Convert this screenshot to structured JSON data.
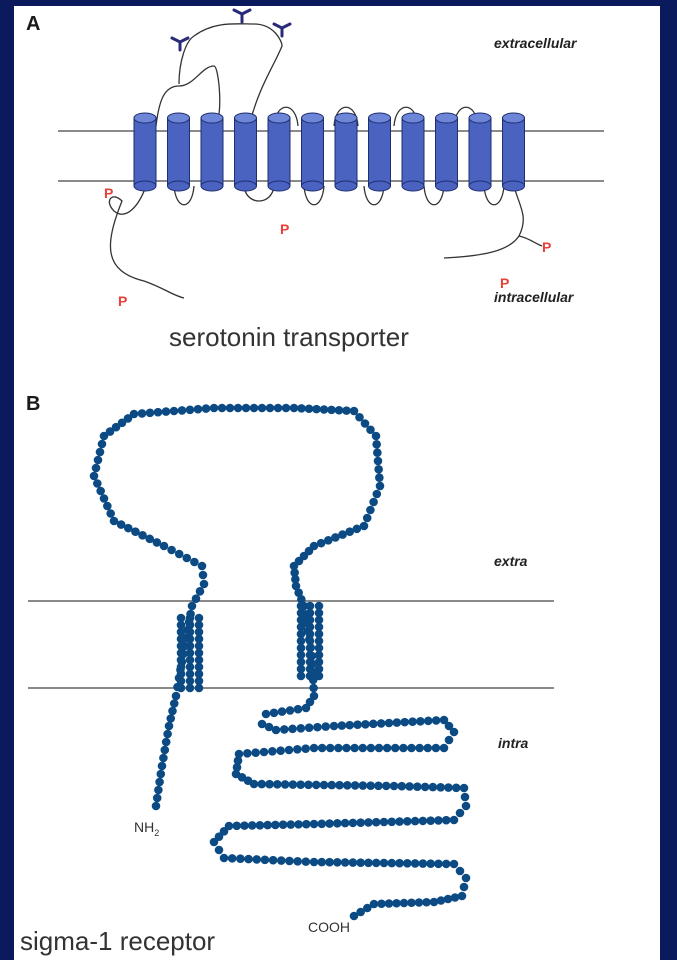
{
  "panel_a": {
    "letter": "A",
    "extracellular": "extracellular",
    "intracellular": "intracellular",
    "phospho_label": "P",
    "caption": "serotonin transporter",
    "helix_count": 12
  },
  "panel_b": {
    "letter": "B",
    "extra": "extra",
    "intra": "intra",
    "n_terminus": "NH",
    "n_terminus_sub": "2",
    "c_terminus": "COOH",
    "caption": "sigma-1 receptor"
  },
  "colors": {
    "background": "#0b1a5c",
    "helix_fill": "#4a62c0",
    "bead_fill": "#0c4a84",
    "glycan": "#2a2a7a",
    "phospho": "#e8403a"
  }
}
